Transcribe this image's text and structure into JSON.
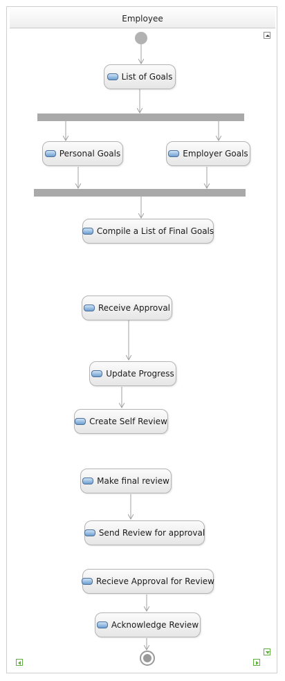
{
  "swimlane": {
    "title": "Employee"
  },
  "activities": {
    "list_of_goals": "List of Goals",
    "personal_goals": "Personal Goals",
    "employer_goals": "Employer Goals",
    "compile_final_goals": "Compile a List of Final Goals",
    "receive_approval": "Receive Approval",
    "update_progress": "Update Progress",
    "create_self_review": "Create Self Review",
    "make_final_review": "Make final review",
    "send_review_for_approval": "Send Review for approval",
    "recieve_approval_for_review": "Recieve Approval for Review",
    "acknowledge_review": "Acknowledge Review"
  },
  "icons": {
    "activity": "activity-icon",
    "collapse": "collapse-up-icon",
    "scroll_down": "scroll-down-icon",
    "scroll_left": "scroll-left-icon",
    "scroll_right": "scroll-right-icon"
  },
  "colors": {
    "node_border": "#b3b3b3",
    "bar": "#a9a9a9",
    "edge": "#a0a0a0",
    "icon": "#6f9fd0"
  }
}
